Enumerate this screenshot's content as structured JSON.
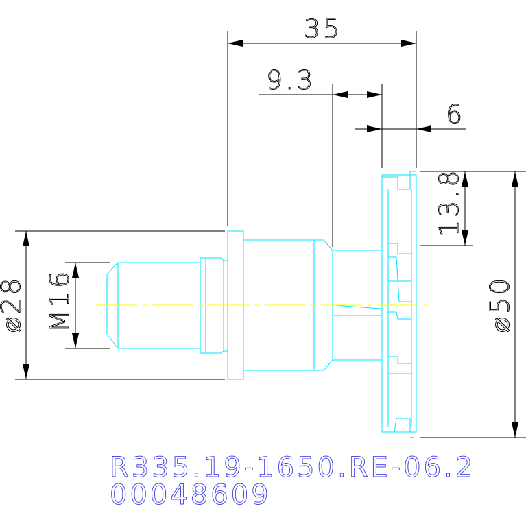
{
  "dimensions": {
    "overall_length": "35",
    "length_9_3": "9.3",
    "flange_thickness": "6",
    "step_height": "13.8",
    "flange_diameter": "⌀50",
    "body_diameter": "⌀28",
    "thread": "M16"
  },
  "part": {
    "designation": "R335.19-1650.RE-06.2",
    "code": "00048609"
  },
  "colors": {
    "dimension": "#000000",
    "geometry": "#00e5ff",
    "centerline": "#ffff00",
    "label": "#4a4ae6"
  }
}
